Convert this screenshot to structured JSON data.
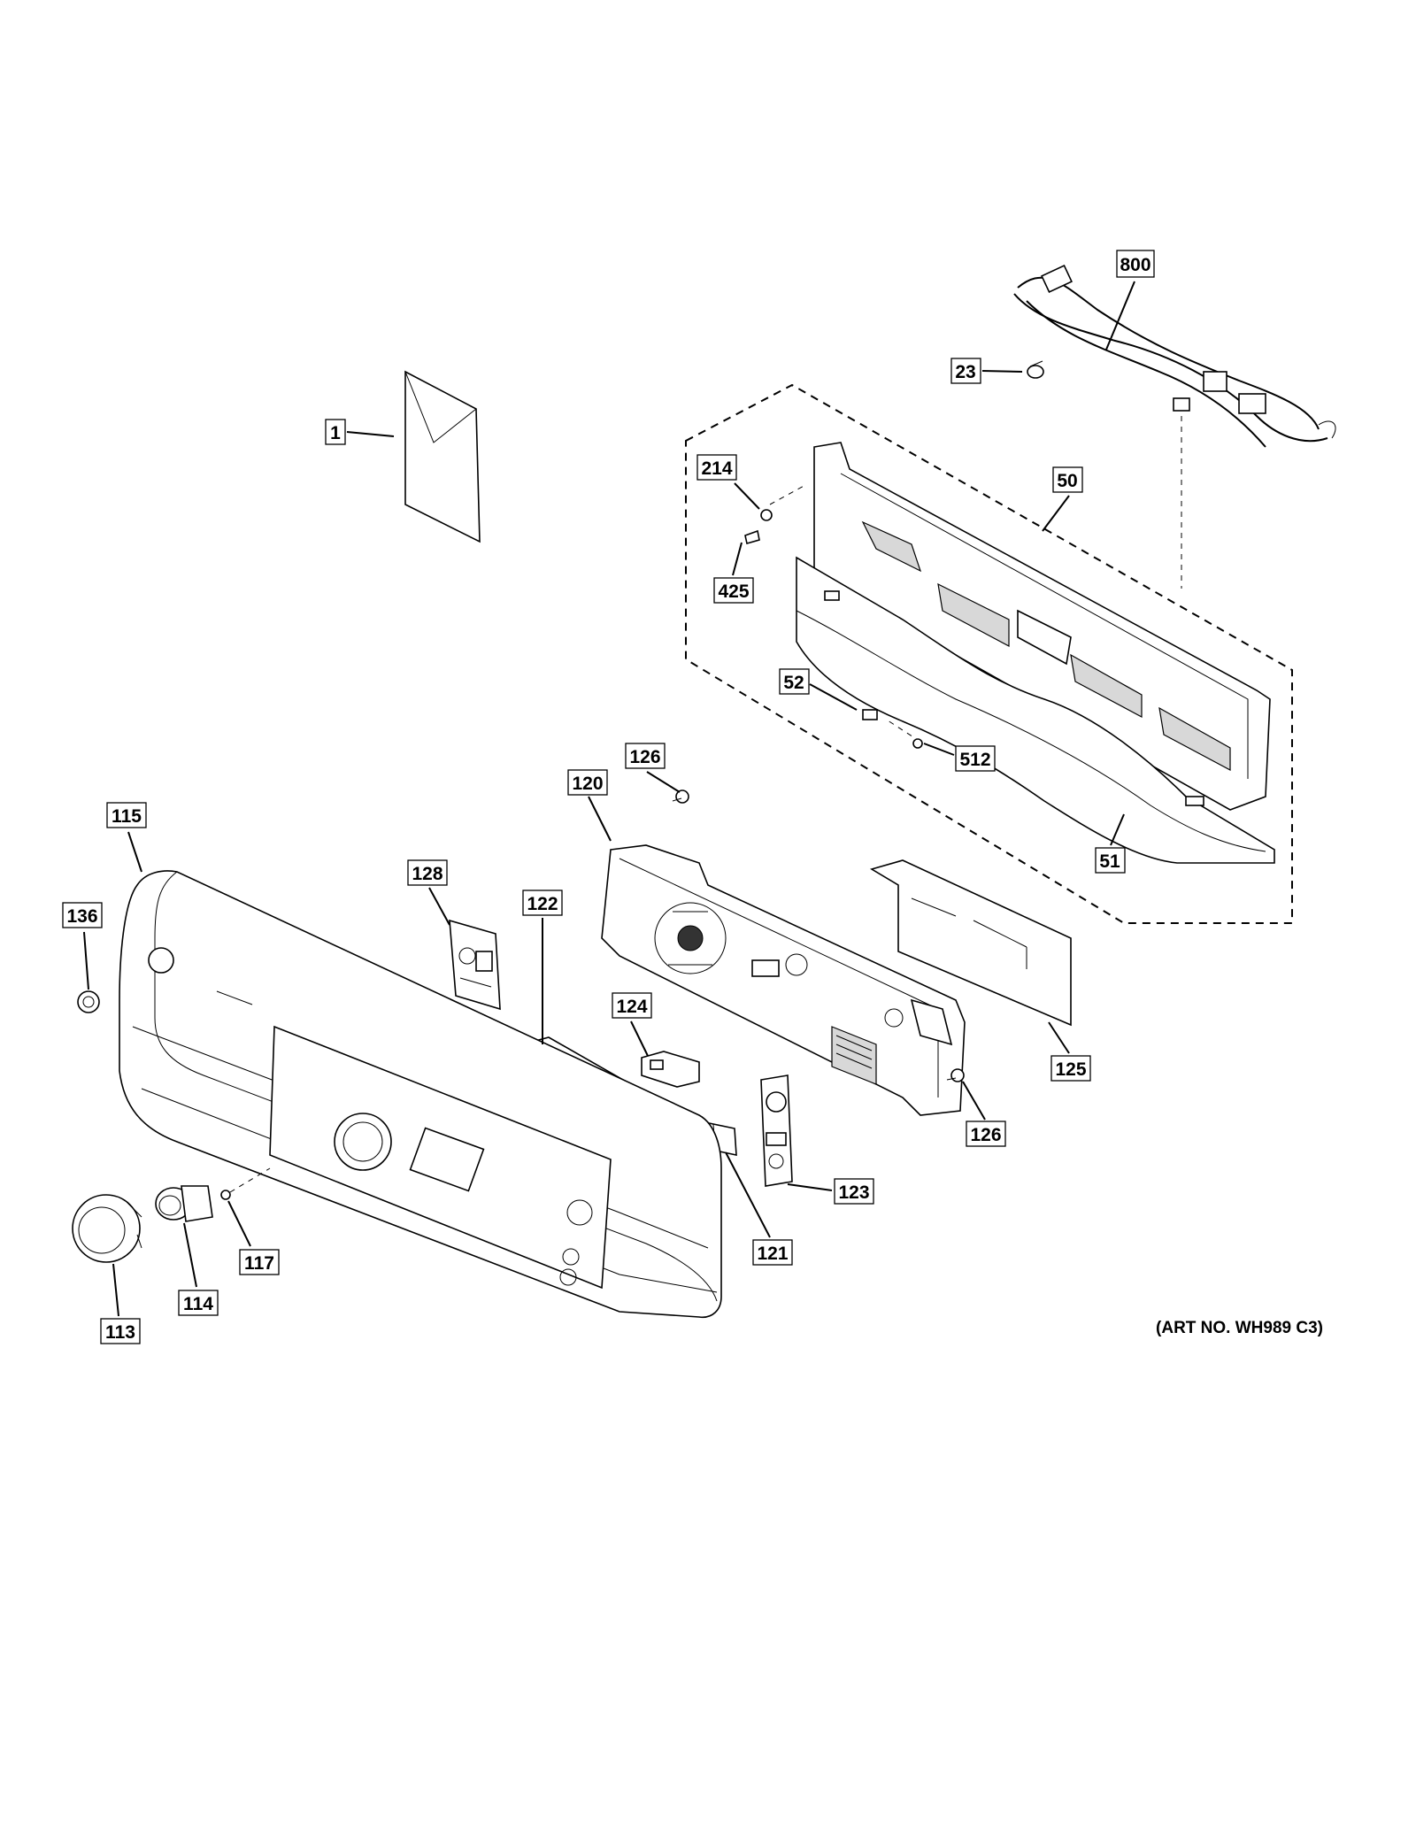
{
  "art_number": "(ART NO. WH989 C3)",
  "callouts": [
    {
      "id": "800",
      "label": "800"
    },
    {
      "id": "23",
      "label": "23"
    },
    {
      "id": "1",
      "label": "1"
    },
    {
      "id": "214",
      "label": "214"
    },
    {
      "id": "50",
      "label": "50"
    },
    {
      "id": "425",
      "label": "425"
    },
    {
      "id": "52",
      "label": "52"
    },
    {
      "id": "512",
      "label": "512"
    },
    {
      "id": "126a",
      "label": "126"
    },
    {
      "id": "120",
      "label": "120"
    },
    {
      "id": "115",
      "label": "115"
    },
    {
      "id": "51",
      "label": "51"
    },
    {
      "id": "128",
      "label": "128"
    },
    {
      "id": "122",
      "label": "122"
    },
    {
      "id": "136",
      "label": "136"
    },
    {
      "id": "124",
      "label": "124"
    },
    {
      "id": "125",
      "label": "125"
    },
    {
      "id": "126b",
      "label": "126"
    },
    {
      "id": "123",
      "label": "123"
    },
    {
      "id": "117",
      "label": "117"
    },
    {
      "id": "121",
      "label": "121"
    },
    {
      "id": "114",
      "label": "114"
    },
    {
      "id": "113",
      "label": "113"
    }
  ]
}
